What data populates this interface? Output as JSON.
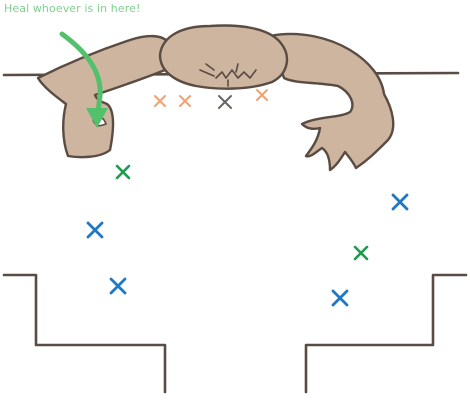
{
  "instruction": {
    "text": "Heal whoever is in here!",
    "color": "#7fd08f"
  },
  "colors": {
    "wall": "#5a4b43",
    "monster_fill": "#cdb59f",
    "monster_stroke": "#5a4b43",
    "arrow": "#53c06b",
    "marker_green": "#1e9b4f",
    "marker_blue": "#1f78c4",
    "marker_orange": "#f2a16f",
    "marker_gray": "#6b6461"
  },
  "icons": {
    "monster": "monster-arms-over-wall",
    "arrow": "curved-arrow-down",
    "marker": "x-mark"
  },
  "markers": {
    "green": 2,
    "blue": 4,
    "orange": 3,
    "gray": 1
  }
}
